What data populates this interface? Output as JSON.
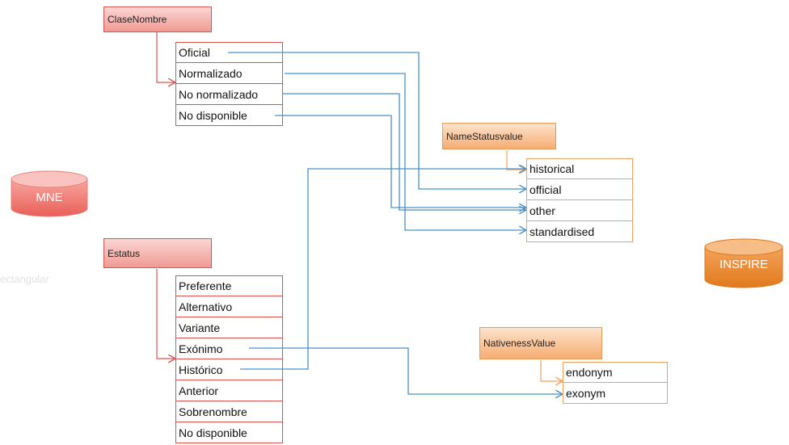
{
  "databases": {
    "mne": "MNE",
    "inspire": "INSPIRE"
  },
  "faint_label": "ectangular",
  "clase_nombre": {
    "title": "ClaseNombre",
    "items": [
      "Oficial",
      "Normalizado",
      "No normalizado",
      "No disponible"
    ]
  },
  "name_status_value": {
    "title": "NameStatusvalue",
    "items": [
      "historical",
      "official",
      "other",
      "standardised"
    ]
  },
  "estatus": {
    "title": "Estatus",
    "items": [
      "Preferente",
      "Alternativo",
      "Variante",
      "Exónimo",
      "Histórico",
      "Anterior",
      "Sobrenombre",
      "No disponible"
    ]
  },
  "nativeness_value": {
    "title": "NativenessValue",
    "items": [
      "endonym",
      "exonym"
    ]
  },
  "mappings": [
    {
      "from": "Oficial",
      "to": "official"
    },
    {
      "from": "Normalizado",
      "to": "standardised"
    },
    {
      "from": "No normalizado",
      "to": "other"
    },
    {
      "from": "No disponible",
      "to": "other"
    },
    {
      "from": "Histórico",
      "to": "historical"
    },
    {
      "from": "Exónimo",
      "to": "exonym"
    }
  ],
  "colors": {
    "red": "#d9534f",
    "orange": "#f0a060",
    "arrow": "#4a90c8"
  }
}
